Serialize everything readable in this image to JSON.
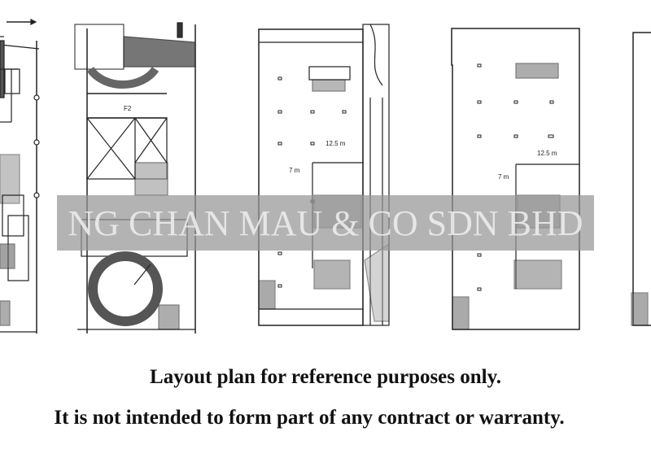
{
  "drawings": {
    "plan_1": {
      "label": "",
      "partial": true
    },
    "plan_2": {
      "label": "F2"
    },
    "plan_3": {
      "dim_span": "12.5 m",
      "dim_depth": "7 m"
    },
    "plan_4": {
      "dim_span": "12.5 m",
      "dim_depth": "7 m"
    },
    "plan_5": {
      "label": "",
      "partial": true
    }
  },
  "watermark": {
    "text": "NG CHAN MAU & CO SDN BHD"
  },
  "disclaimer": {
    "line1": "Layout plan for reference purposes only.",
    "line2": "It is not intended to form part of any contract or warranty."
  }
}
